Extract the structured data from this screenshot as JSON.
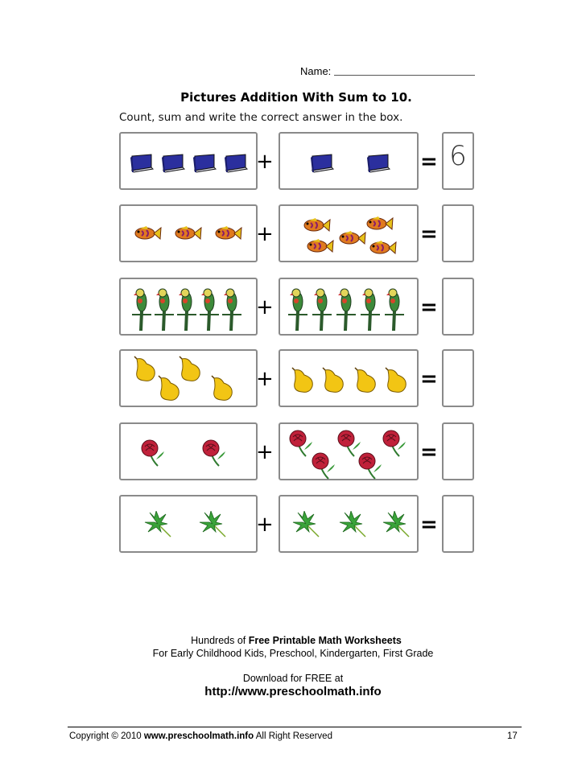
{
  "header": {
    "name_label": "Name:",
    "title": "Pictures Addition With Sum to 10.",
    "instruction": "Count, sum and write the correct answer in the box."
  },
  "operators": {
    "plus": "+",
    "equals": "="
  },
  "problems": [
    {
      "picture": "book",
      "left_count": 4,
      "right_count": 2,
      "answer": "6"
    },
    {
      "picture": "fish",
      "left_count": 3,
      "right_count": 5,
      "answer": ""
    },
    {
      "picture": "parrot",
      "left_count": 5,
      "right_count": 5,
      "answer": ""
    },
    {
      "picture": "pear",
      "left_count": 4,
      "right_count": 4,
      "answer": ""
    },
    {
      "picture": "rose",
      "left_count": 2,
      "right_count": 5,
      "answer": ""
    },
    {
      "picture": "leaf",
      "left_count": 2,
      "right_count": 3,
      "answer": ""
    }
  ],
  "footer": {
    "line1_prefix": "Hundreds of ",
    "line1_bold": "Free Printable Math Worksheets",
    "line2": "For Early Childhood Kids, Preschool, Kindergarten, First Grade",
    "line3": "Download for FREE at",
    "url": "http://www.preschoolmath.info",
    "copyright_prefix": "Copyright © 2010 ",
    "copyright_bold": "www.preschoolmath.info",
    "copyright_suffix": " All Right Reserved",
    "page_number": "17"
  },
  "colors": {
    "book": "#2b2f9e",
    "fish": "#e07a1f",
    "parrot": "#3d8a3a",
    "pear": "#f2c514",
    "rose": "#c0213a",
    "leaf": "#3aa33a",
    "box_border": "#8a8a8a"
  }
}
